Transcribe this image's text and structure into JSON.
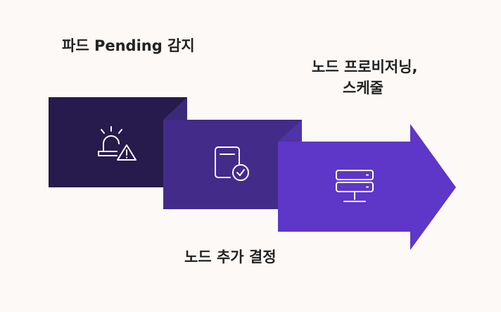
{
  "steps": [
    {
      "label": "파드 Pending 감지",
      "icon": "alarm-warning-icon",
      "color": "#271a4c"
    },
    {
      "label": "노드 추가 결정",
      "icon": "document-check-icon",
      "color": "#432b8a"
    },
    {
      "label_lines": [
        "노드 프로비저닝,",
        "스케줄"
      ],
      "icon": "server-icon",
      "color": "#5e36c8"
    }
  ],
  "colors": {
    "background": "#fdf9f6",
    "fold1": "#3a2a79",
    "fold2": "#4e34a6",
    "icon_stroke": "#ffffff",
    "text": "#222222"
  }
}
